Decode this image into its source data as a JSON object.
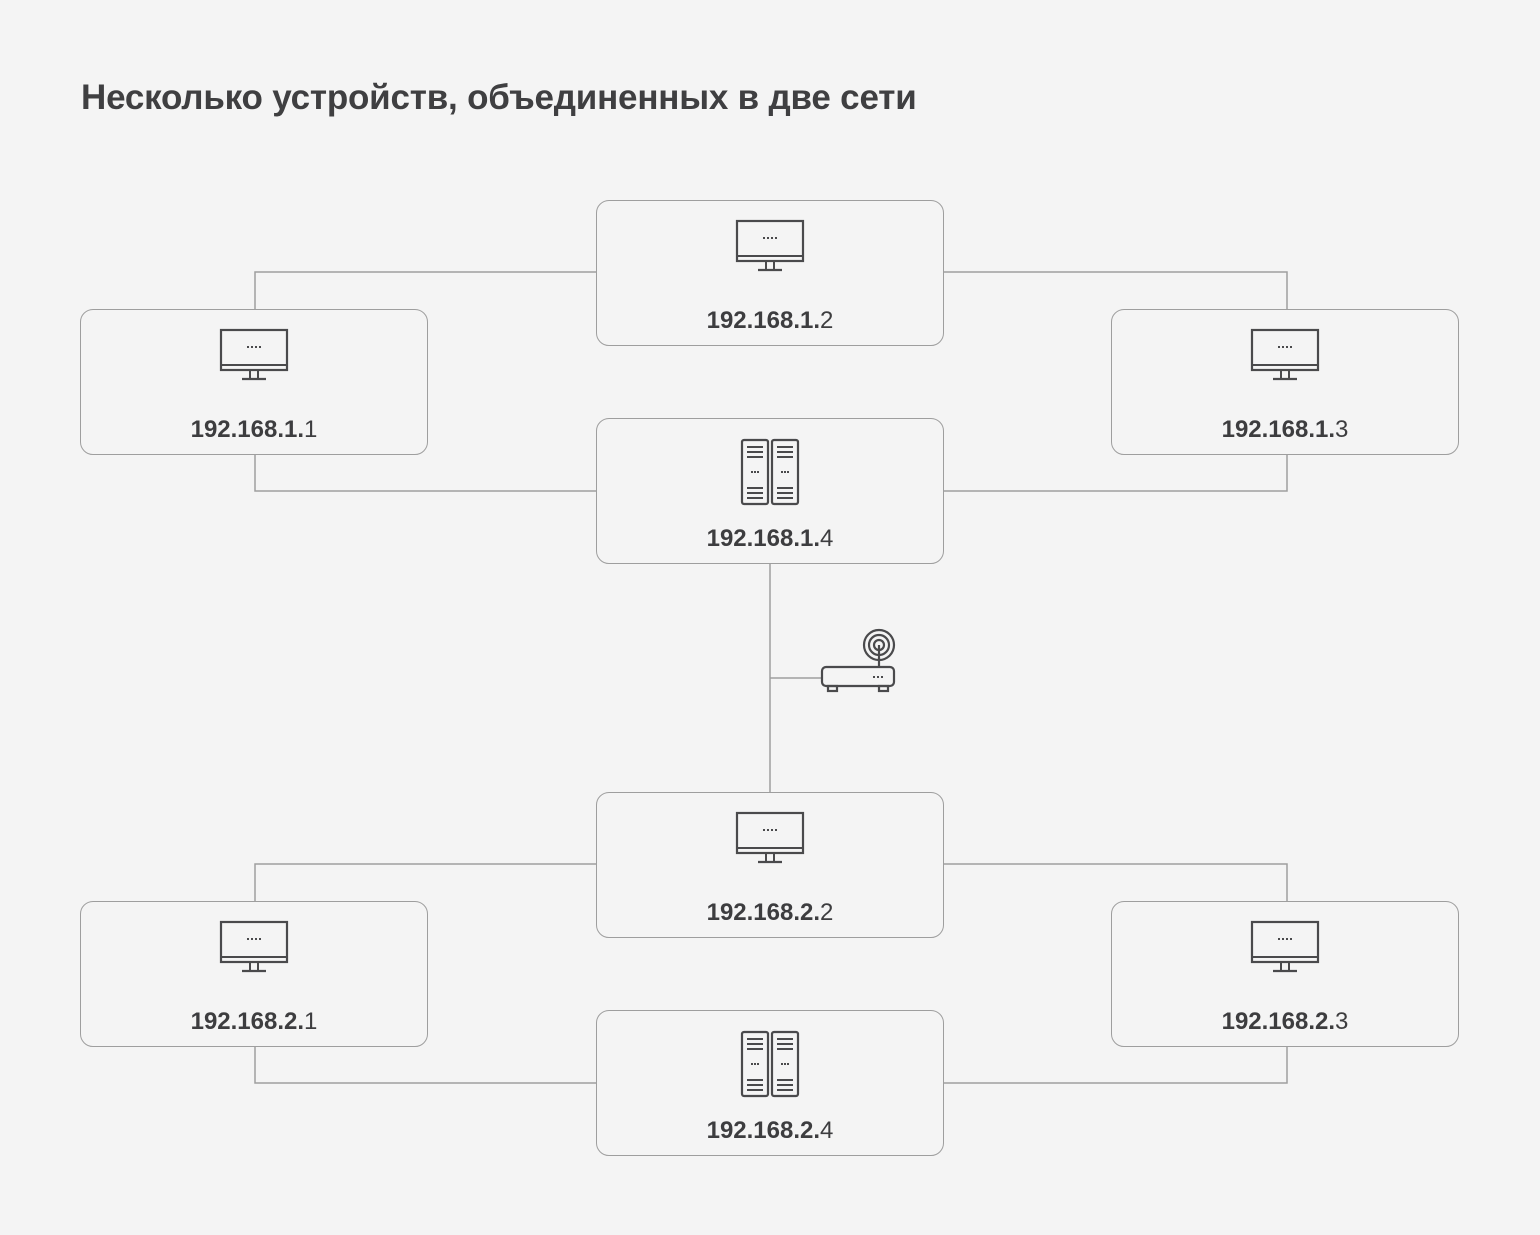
{
  "title": "Несколько устройств, объединенных в две сети",
  "colors": {
    "background": "#f4f4f4",
    "line": "#9e9e9e",
    "icon": "#4a4a4c",
    "text": "#3d3d3f"
  },
  "networks": [
    {
      "nodes": [
        {
          "id": "n1-2",
          "icon": "monitor-icon",
          "ip_net": "192.168.1.",
          "ip_host": "2"
        },
        {
          "id": "n1-1",
          "icon": "monitor-icon",
          "ip_net": "192.168.1.",
          "ip_host": "1"
        },
        {
          "id": "n1-3",
          "icon": "monitor-icon",
          "ip_net": "192.168.1.",
          "ip_host": "3"
        },
        {
          "id": "n1-4",
          "icon": "server-icon",
          "ip_net": "192.168.1.",
          "ip_host": "4"
        }
      ]
    },
    {
      "nodes": [
        {
          "id": "n2-2",
          "icon": "monitor-icon",
          "ip_net": "192.168.2.",
          "ip_host": "2"
        },
        {
          "id": "n2-1",
          "icon": "monitor-icon",
          "ip_net": "192.168.2.",
          "ip_host": "1"
        },
        {
          "id": "n2-3",
          "icon": "monitor-icon",
          "ip_net": "192.168.2.",
          "ip_host": "3"
        },
        {
          "id": "n2-4",
          "icon": "server-icon",
          "ip_net": "192.168.2.",
          "ip_host": "4"
        }
      ]
    }
  ],
  "router": {
    "icon": "router-icon"
  }
}
